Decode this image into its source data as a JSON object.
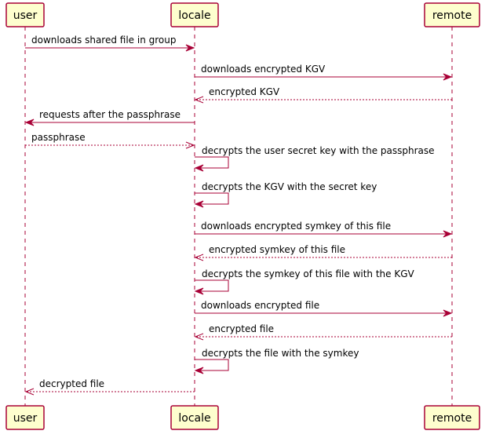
{
  "participants": [
    {
      "id": "user",
      "label": "user"
    },
    {
      "id": "locale",
      "label": "locale"
    },
    {
      "id": "remote",
      "label": "remote"
    }
  ],
  "messages": [
    {
      "from": "user",
      "to": "locale",
      "label": "downloads shared file in group",
      "style": "solid"
    },
    {
      "from": "locale",
      "to": "remote",
      "label": "downloads encrypted KGV",
      "style": "solid"
    },
    {
      "from": "remote",
      "to": "locale",
      "label": "encrypted KGV",
      "style": "dashed"
    },
    {
      "from": "locale",
      "to": "user",
      "label": "requests after the passphrase",
      "style": "solid"
    },
    {
      "from": "user",
      "to": "locale",
      "label": "passphrase",
      "style": "dashed"
    },
    {
      "from": "locale",
      "to": "locale",
      "label": "decrypts the user secret key with the passphrase",
      "style": "solid"
    },
    {
      "from": "locale",
      "to": "locale",
      "label": "decrypts the  KGV with the secret key",
      "style": "solid"
    },
    {
      "from": "locale",
      "to": "remote",
      "label": "downloads encrypted symkey of this file",
      "style": "solid"
    },
    {
      "from": "remote",
      "to": "locale",
      "label": "encrypted symkey of this file",
      "style": "dashed"
    },
    {
      "from": "locale",
      "to": "locale",
      "label": "decrypts the symkey of this file with the KGV",
      "style": "solid"
    },
    {
      "from": "locale",
      "to": "remote",
      "label": "downloads encrypted file",
      "style": "solid"
    },
    {
      "from": "remote",
      "to": "locale",
      "label": "encrypted file",
      "style": "dashed"
    },
    {
      "from": "locale",
      "to": "locale",
      "label": "decrypts the file with the symkey",
      "style": "solid"
    },
    {
      "from": "locale",
      "to": "user",
      "label": "decrypted file",
      "style": "dashed"
    }
  ],
  "colors": {
    "participant_fill": "#FEFECE",
    "line": "#A80036",
    "text": "#000000"
  }
}
